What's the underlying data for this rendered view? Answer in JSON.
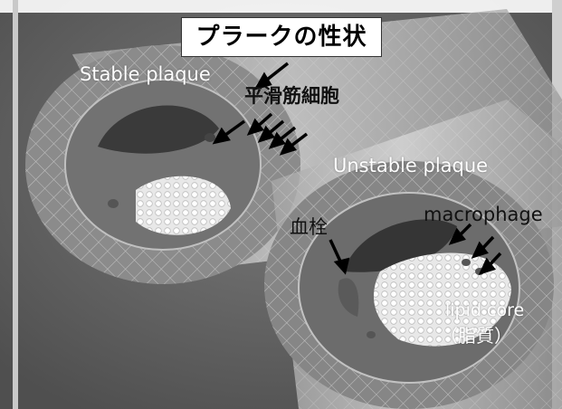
{
  "title": "プラークの性状",
  "labels": {
    "stable_plaque": "Stable plaque",
    "smooth_muscle_cells": "平滑筋細胞",
    "unstable_plaque": "Unstable plaque",
    "thrombus": "血栓",
    "macrophage": "macrophage",
    "lipid_core": "lipid core",
    "lipid_core_jp": "（脂質）"
  },
  "colors": {
    "background": "#6f6f6f",
    "tissue": "#9a9a9a",
    "lipid": "#f0f0f0",
    "text_white": "#ffffff",
    "text_dark": "#111111"
  }
}
